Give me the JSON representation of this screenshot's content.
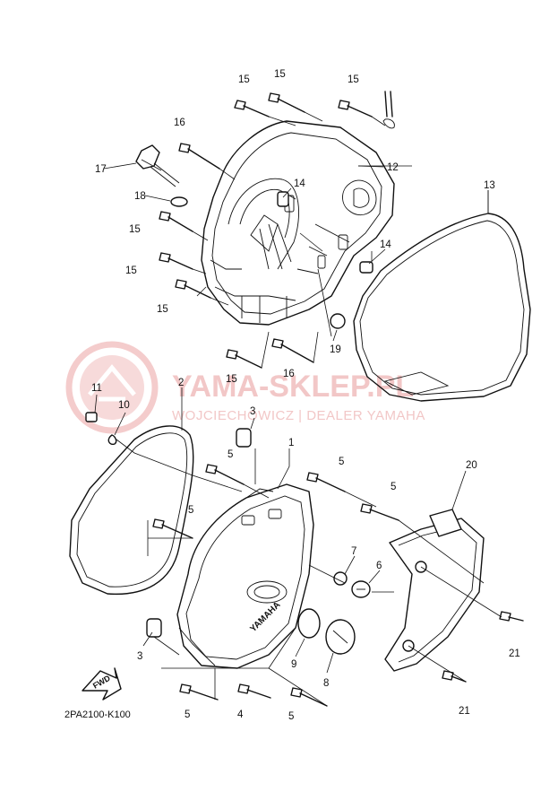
{
  "watermark": {
    "title": "YAMA-SKLEP.PL",
    "subtitle": "WOJCIECHOWICZ | DEALER YAMAHA"
  },
  "diagram_code": "2PA2100-K100",
  "fwd_label": "FWD",
  "cover_brand": "YAMAHA",
  "callouts": [
    "1",
    "2",
    "3",
    "3",
    "4",
    "5",
    "5",
    "5",
    "5",
    "5",
    "5",
    "6",
    "7",
    "8",
    "9",
    "10",
    "11",
    "12",
    "13",
    "14",
    "14",
    "15",
    "15",
    "15",
    "15",
    "15",
    "15",
    "15",
    "16",
    "16",
    "17",
    "18",
    "19",
    "20",
    "21",
    "21"
  ]
}
